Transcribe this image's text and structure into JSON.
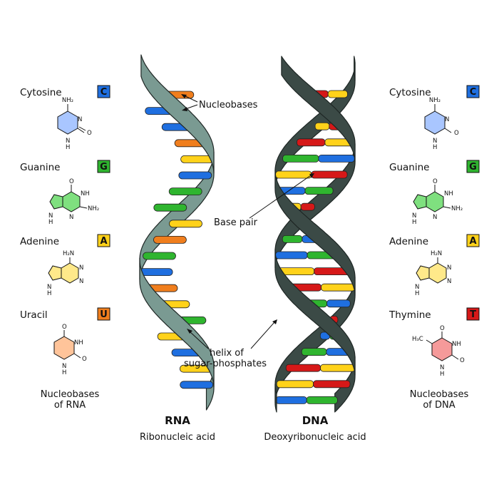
{
  "colors": {
    "cytosine": "#1f6fe0",
    "guanine": "#2fb52f",
    "adenine": "#ffd21a",
    "uracil": "#f07e1d",
    "thymine": "#d61818",
    "rna_backbone": "#7a9a92",
    "dna_backbone": "#3b4a46",
    "cytosine_ring": "#a9c6ff",
    "guanine_ring": "#7fe07f",
    "adenine_ring": "#ffe98a",
    "uracil_ring": "#ffc49a",
    "thymine_ring": "#f59a9a"
  },
  "rna_bases": [
    {
      "name": "Cytosine",
      "letter": "C",
      "color_key": "cytosine",
      "substituent": "NH₂"
    },
    {
      "name": "Guanine",
      "letter": "G",
      "color_key": "guanine",
      "substituent": "NH₂"
    },
    {
      "name": "Adenine",
      "letter": "A",
      "color_key": "adenine",
      "substituent": "H₂N"
    },
    {
      "name": "Uracil",
      "letter": "U",
      "color_key": "uracil",
      "substituent": "O"
    }
  ],
  "dna_bases": [
    {
      "name": "Cytosine",
      "letter": "C",
      "color_key": "cytosine",
      "substituent": "NH₂"
    },
    {
      "name": "Guanine",
      "letter": "G",
      "color_key": "guanine",
      "substituent": "NH₂"
    },
    {
      "name": "Adenine",
      "letter": "A",
      "color_key": "adenine",
      "substituent": "H₂N"
    },
    {
      "name": "Thymine",
      "letter": "T",
      "color_key": "thymine",
      "substituent": "H₃C"
    }
  ],
  "labels": {
    "rna_caption_1": "Nucleobases",
    "rna_caption_2": "of RNA",
    "dna_caption_1": "Nucleobases",
    "dna_caption_2": "of DNA",
    "rna_title": "RNA",
    "rna_subtitle": "Ribonucleic acid",
    "dna_title": "DNA",
    "dna_subtitle": "Deoxyribonucleic acid",
    "nucleobases": "Nucleobases",
    "base_pair": "Base pair",
    "helix_1": "helix of",
    "helix_2": "sugar-phosphates"
  },
  "chem_atoms": {
    "n": "N",
    "nh": "NH",
    "h": "H",
    "o": "O",
    "nh2": "NH₂",
    "h2n": "H₂N",
    "h3c": "H₃C"
  },
  "rna_rungs": [
    "uracil",
    "cytosine",
    "cytosine",
    "uracil",
    "adenine",
    "cytosine",
    "guanine",
    "guanine",
    "adenine",
    "uracil",
    "guanine",
    "cytosine",
    "uracil",
    "adenine",
    "guanine",
    "adenine",
    "cytosine",
    "adenine",
    "cytosine"
  ],
  "dna_rungs": [
    [
      "thymine",
      "adenine"
    ],
    [
      "cytosine",
      "guanine"
    ],
    [
      "adenine",
      "thymine"
    ],
    [
      "thymine",
      "adenine"
    ],
    [
      "guanine",
      "cytosine"
    ],
    [
      "adenine",
      "thymine"
    ],
    [
      "cytosine",
      "guanine"
    ],
    [
      "adenine",
      "thymine"
    ],
    [
      "thymine",
      "adenine"
    ],
    [
      "guanine",
      "cytosine"
    ],
    [
      "cytosine",
      "guanine"
    ],
    [
      "adenine",
      "thymine"
    ],
    [
      "thymine",
      "adenine"
    ],
    [
      "guanine",
      "cytosine"
    ],
    [
      "adenine",
      "thymine"
    ],
    [
      "cytosine",
      "guanine"
    ],
    [
      "guanine",
      "cytosine"
    ],
    [
      "thymine",
      "adenine"
    ],
    [
      "adenine",
      "thymine"
    ],
    [
      "cytosine",
      "guanine"
    ]
  ]
}
